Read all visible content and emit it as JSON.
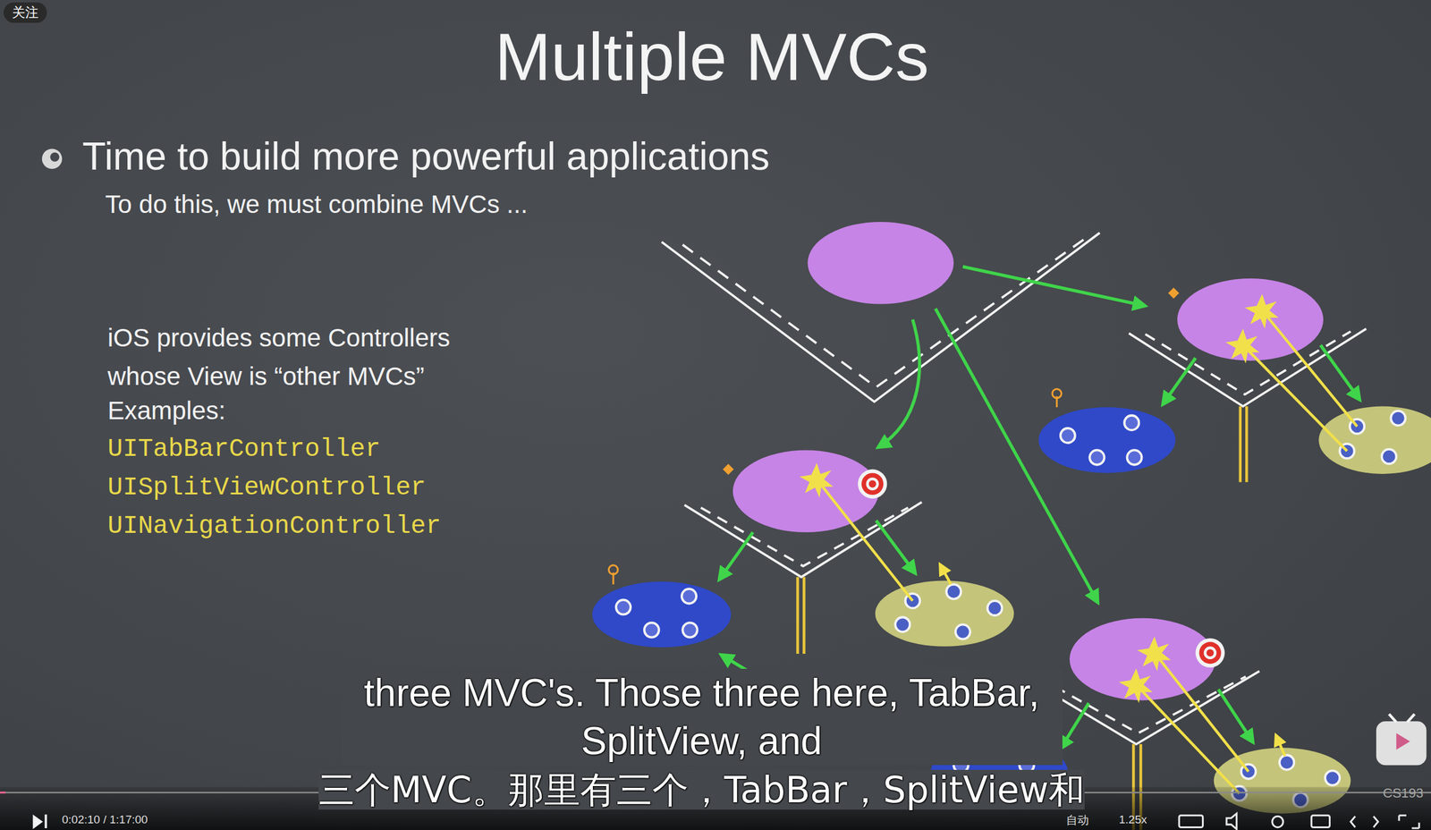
{
  "diagram": {
    "title": "Multiple MVCs",
    "labels": [
      "关注",
      "Time to build more powerful applications",
      "To do this, we must combine MVCs ...",
      "iOS provides some Controllers whose View is “other MVCs”",
      "Examples:",
      "UITabBarController",
      "UISplitViewController",
      "UINavigationController",
      "three MVC's. Those three here, TabBar, SplitView, and",
      "三个MVC。那里有三个，TabBar，SplitView和",
      "0:02:10 / 1:17:00",
      "自动",
      "1.25x",
      "CS193"
    ]
  }
}
